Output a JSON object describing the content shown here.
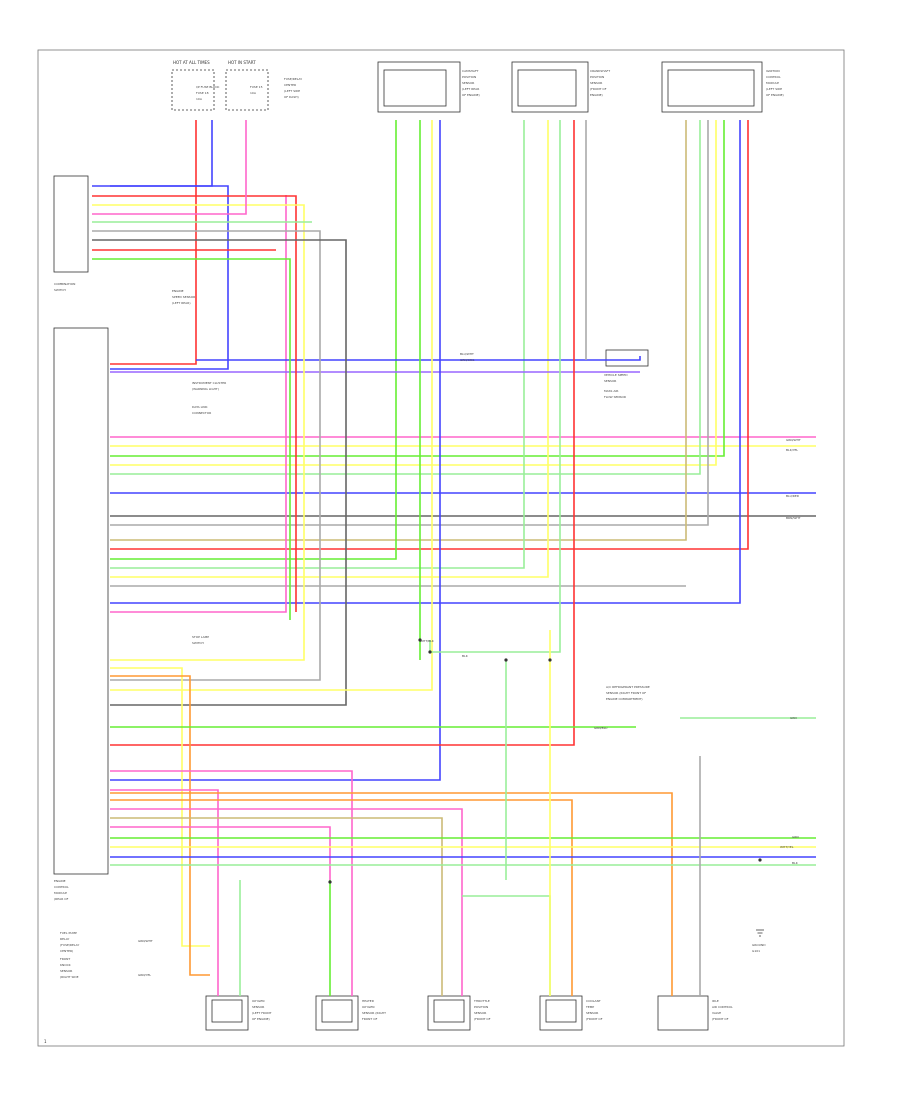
{
  "colors": {
    "pink": "#ff66cc",
    "yellow": "#ffff66",
    "orange": "#ff9933",
    "red": "#ff3333",
    "green": "#66ee33",
    "lightgreen": "#99ee99",
    "blue": "#4444ff",
    "violet": "#9966ff",
    "gray": "#aaaaaa",
    "darkgray": "#666666",
    "tan": "#ccbb77",
    "black": "#333333"
  },
  "diagram": {
    "page_label": "1",
    "components": {
      "hot_at_all_times_1": "HOT AT ALL TIMES",
      "hot_at_all_times_2": "HOT IN START",
      "fuse_block_1": [
        "I/P FUSE BLOCK",
        "FUSE 18",
        "10A"
      ],
      "fuse_block_2": [
        "FUSE 15",
        "10A"
      ],
      "fuse_note": [
        "FUSE/RELAY",
        "CENTER",
        "(LEFT SIDE",
        "OF DASH)"
      ],
      "sensor_1": [
        "CAMSHAFT",
        "POSITION",
        "SENSOR",
        "(LEFT REAR",
        "OF ENGINE)"
      ],
      "sensor_2": [
        "CRANKSHAFT",
        "POSITION",
        "SENSOR",
        "(FRONT OF",
        "ENGINE)"
      ],
      "sensor_3": [
        "IGNITION",
        "CONTROL",
        "MODULE",
        "(LEFT SIDE",
        "OF ENGINE)"
      ],
      "combination_switch": [
        "COMBINATION",
        "SWITCH"
      ],
      "engine_speed_sensor": [
        "ENGINE",
        "SPEED SENSOR",
        "(LEFT REAR)"
      ],
      "data_link": [
        "DATA LINK",
        "CONNECTOR"
      ],
      "data_link_2": [
        "INSTRUMENT CLUSTER",
        "(WARNING LIGHT)"
      ],
      "ecm_label": [
        "ENGINE",
        "CONTROL",
        "MODULE",
        "(REAR OF",
        "ENGINE",
        "COMPARTMENT)"
      ],
      "fuel_pump_relay": [
        "FUEL PUMP",
        "RELAY",
        "(FUSE/RELAY",
        "CENTER)"
      ],
      "knock_label": [
        "FRONT",
        "KNOCK",
        "SENSOR",
        "(RIGHT SIDE",
        "OF ENGINE",
        "COMPARTMENT)"
      ],
      "vehicle_speed": [
        "VEHICLE SPEED",
        "SENSOR"
      ],
      "mass_air": [
        "MASS AIR",
        "FLOW SENSOR"
      ],
      "brake_switch": [
        "STOP LAMP",
        "SWITCH"
      ],
      "ac_pressure": [
        "A/C REFRIGERANT PRESSURE",
        "SENSOR (RIGHT FRONT OF",
        "ENGINE COMPARTMENT)"
      ],
      "ground": [
        "GROUND",
        "G101"
      ],
      "bottom_1": [
        "OXYGEN",
        "SENSOR",
        "(LEFT FRONT",
        "OF ENGINE)"
      ],
      "bottom_2": [
        "HEATED",
        "OXYGEN",
        "SENSOR (RIGHT",
        "FRONT OF",
        "ENGINE)"
      ],
      "bottom_3": [
        "THROTTLE",
        "POSITION",
        "SENSOR",
        "(FRONT OF",
        "ENGINE)"
      ],
      "bottom_4": [
        "COOLANT",
        "TEMP",
        "SENSOR",
        "(FRONT OF",
        "ENGINE)"
      ],
      "bottom_5": [
        "IDLE",
        "AIR CONTROL",
        "VALVE",
        "(FRONT OF",
        "ENGINE)"
      ]
    },
    "wire_codes": {
      "top_right_1": "GRN/WHT",
      "top_right_2": "BLK/YEL",
      "mid_right_1": "BLU/RED",
      "mid_right_2": "BRN/WHT",
      "right_ac": "GRN",
      "lower_right_1": "GRN",
      "lower_right_2": "WHT/YEL",
      "lower_right_3": "BLK",
      "ac_wire": "GRN/BLU",
      "center_1": "BLU/WHT",
      "center_2": "GRN/ORG",
      "center_3": "BLK",
      "splice": "WHT/BLK",
      "bottom_left_1": "GRN/WHT",
      "bottom_left_2": "GRN/YEL"
    }
  }
}
